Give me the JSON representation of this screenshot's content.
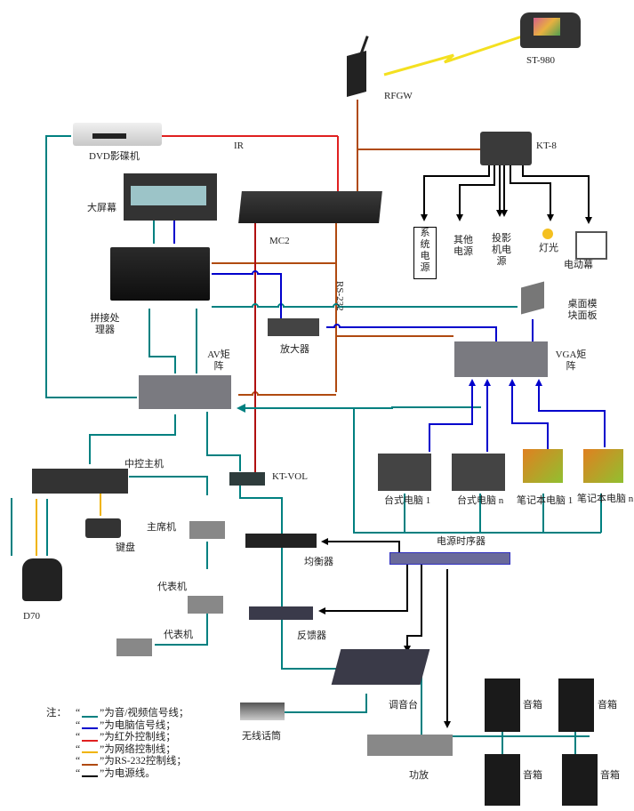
{
  "colors": {
    "av_signal": "#008080",
    "pc_signal": "#0000cc",
    "ir_control": "#e02020",
    "network_control": "#f0b400",
    "rs232_control": "#b04a10",
    "power": "#000000",
    "wireless": "#f4e020"
  },
  "devices": {
    "st980": "ST-980",
    "rfgw": "RFGW",
    "kt8": "KT-8",
    "dvd": "DVD影碟机",
    "ir": "IR",
    "big_screen": "大屏幕",
    "mc2": "MC2",
    "rs232": "RS-232",
    "splice_processor": "拼接处理器",
    "amplifier_dist": "放大器",
    "desktop_panel": "桌面模块面板",
    "av_matrix": "AV矩阵",
    "vga_matrix": "VGA矩阵",
    "central_host": "中控主机",
    "kt_vol": "KT-VOL",
    "keyboard": "键盘",
    "chair_unit": "主席机",
    "delegate_unit_1": "代表机",
    "delegate_unit_2": "代表机",
    "camera": "D70",
    "equalizer": "均衡器",
    "feedback_suppressor": "反馈器",
    "power_sequencer": "电源时序器",
    "mixer": "调音台",
    "power_amp": "功放",
    "wireless_mic": "无线话筒",
    "speaker_1": "音箱",
    "speaker_2": "音箱",
    "speaker_3": "音箱",
    "speaker_4": "音箱",
    "desktop_pc_1": "台式电脑 1",
    "desktop_pc_n": "台式电脑 n",
    "laptop_1": "笔记本电脑 1",
    "laptop_n": "笔记本电脑 n"
  },
  "kt8_outputs": {
    "system_power": "系统电源",
    "other_power": "其他电源",
    "projector_power": "投影机电源",
    "light": "灯光",
    "motorized_screen": "电动幕"
  },
  "legend": {
    "note": "注：",
    "items": [
      {
        "label": "为音/视频信号线；",
        "color": "#008080"
      },
      {
        "label": "为电脑信号线；",
        "color": "#0000cc"
      },
      {
        "label": "为红外控制线；",
        "color": "#e02020"
      },
      {
        "label": "为网络控制线；",
        "color": "#f0b400"
      },
      {
        "label": "为RS-232控制线；",
        "color": "#b04a10"
      },
      {
        "label": "为电源线。",
        "color": "#000000"
      }
    ]
  }
}
